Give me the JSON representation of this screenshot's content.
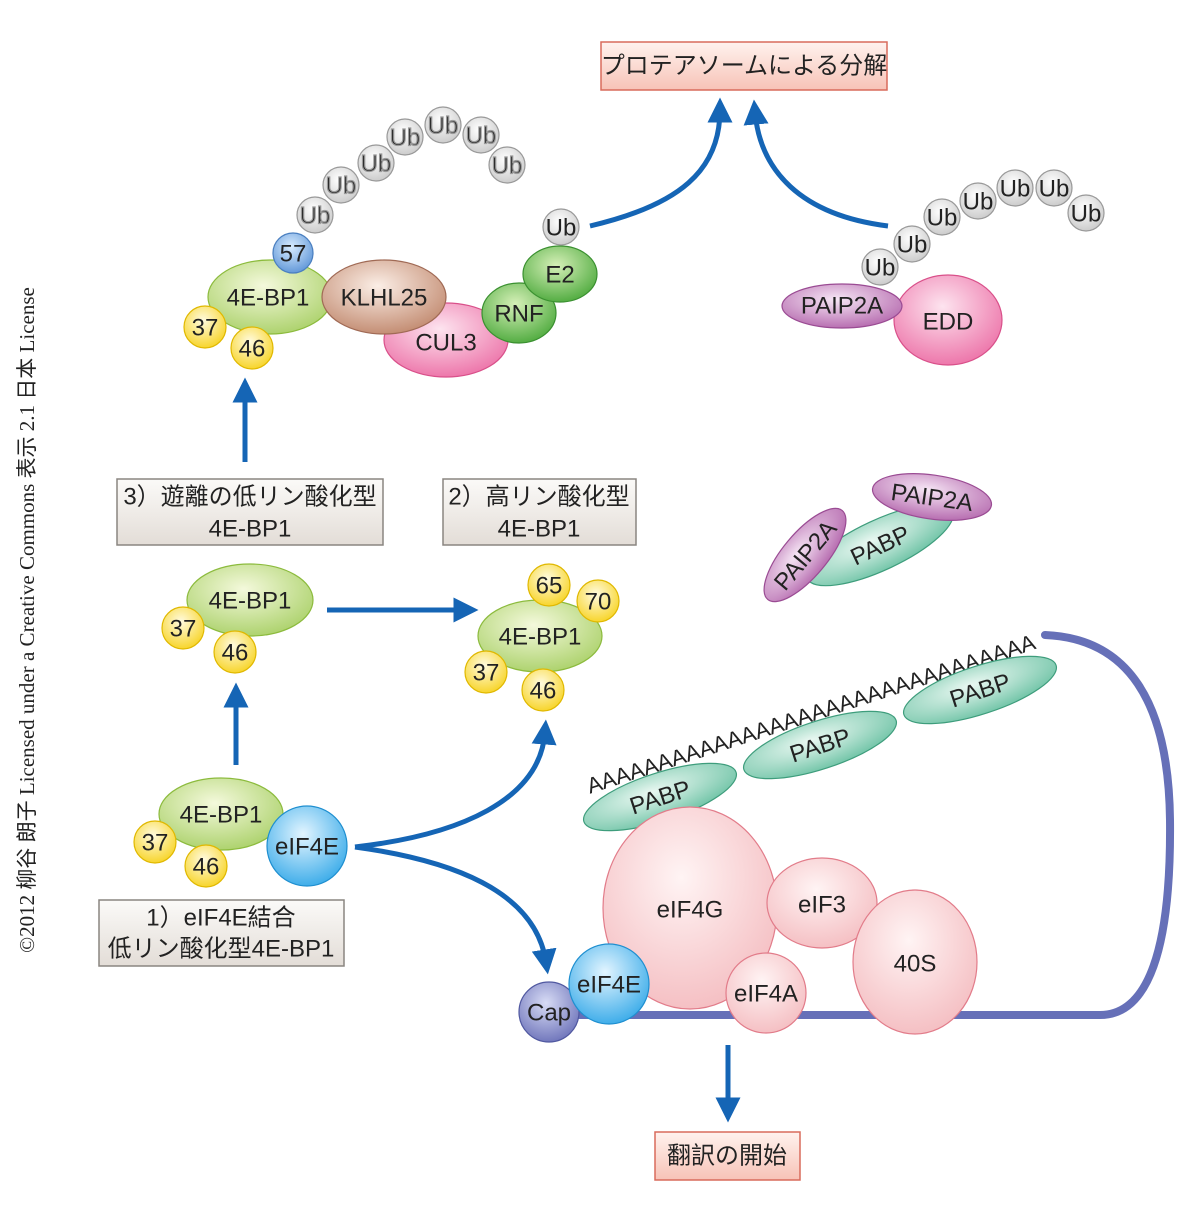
{
  "license": "©2012 柳谷 朗子 Licensed under a Creative Commons 表示 2.1 日本 License",
  "boxes": {
    "proteasome": "プロテアソームによる分解",
    "free_line1": "3）遊離の低リン酸化型",
    "free_line2": "4E-BP1",
    "hyper_line1": "2）高リン酸化型",
    "hyper_line2": "4E-BP1",
    "bound_line1": "1）eIF4E結合",
    "bound_line2": "低リン酸化型4E-BP1",
    "translation": "翻訳の開始"
  },
  "labels": {
    "ub": "Ub",
    "bp1": "4E-BP1",
    "p37": "37",
    "p46": "46",
    "p57": "57",
    "p65": "65",
    "p70": "70",
    "klhl25": "KLHL25",
    "cul3": "CUL3",
    "rnf": "RNF",
    "e2": "E2",
    "paip2a": "PAIP2A",
    "edd": "EDD",
    "pabp": "PABP",
    "eif4e": "eIF4E",
    "eif4g": "eIF4G",
    "eif3": "eIF3",
    "eif4a": "eIF4A",
    "s40": "40S",
    "cap": "Cap",
    "polya": "AAAAAAAAAAAAAAAAAAAAAAAAAAAAAAAA"
  },
  "colors": {
    "arrow": "#1565b5",
    "mrna": "#6670b8"
  }
}
